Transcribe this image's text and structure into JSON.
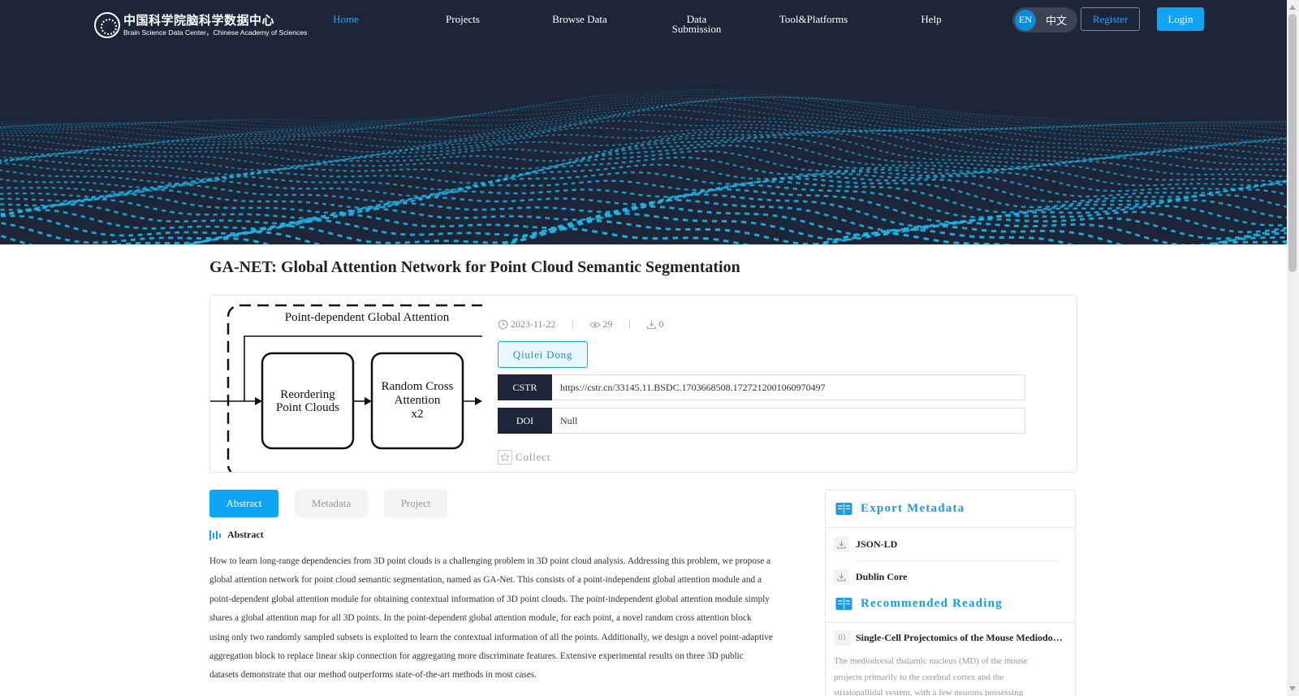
{
  "header": {
    "logo_cn": "中国科学院脑科学数据中心",
    "logo_en": "Brain Science Data Center，Chinese Academy of Sciences",
    "nav": [
      {
        "label": "Home",
        "active": true
      },
      {
        "label": "Projects"
      },
      {
        "label": "Browse Data"
      },
      {
        "label": "Data Submission"
      },
      {
        "label": "Tool&Platforms"
      },
      {
        "label": "Help"
      }
    ],
    "lang_en": "EN",
    "lang_cn": "中文",
    "register": "Register",
    "login": "Login"
  },
  "dataset": {
    "title": "GA-NET: Global Attention Network for Point Cloud Semantic Segmentation",
    "date": "2023-11-22",
    "views": "29",
    "downloads": "0",
    "author": "Qiulei Dong",
    "cstr_label": "CSTR",
    "cstr_value": "https://cstr.cn/33145.11.BSDC.1703668508.1727212001060970497",
    "doi_label": "DOI",
    "doi_value": "Null",
    "collect": "Collect",
    "figure": {
      "title": "Point-dependent Global Attention",
      "box1_line1": "Reordering",
      "box1_line2": "Point Clouds",
      "box2_line1": "Random Cross",
      "box2_line2": "Attention",
      "box2_line3": "x2"
    }
  },
  "tabs": [
    {
      "label": "Abstract",
      "active": true
    },
    {
      "label": "Metadata"
    },
    {
      "label": "Project"
    }
  ],
  "abstract": {
    "heading": "Abstract",
    "lines": [
      "How to learn long-range dependencies from 3D point clouds is a challenging problem in 3D point cloud analysis. Addressing this problem, we propose a",
      "global attention network for point cloud semantic segmentation, named as GA-Net. This consists of a point-independent global attention module and a",
      "point-dependent global attention module for obtaining contextual information of 3D point clouds. The point-independent global attention module simply",
      "shares a global attention map for all 3D points. In the point-dependent global attention module, for each point, a novel random cross attention block",
      "using only two randomly sampled subsets is exploited to learn the contextual information of all the points. Additionally, we design a novel point-adaptive",
      "aggregation block to replace linear skip connection for aggregating more discriminate features. Extensive experimental results on three 3D public",
      "datasets demonstrate that our method outperforms state-of-the-art methods in most cases."
    ]
  },
  "side": {
    "export_title": "Export Metadata",
    "export_items": [
      "JSON-LD",
      "Dublin Core"
    ],
    "recommended_title": "Recommended Reading",
    "rec_num": "01",
    "rec_title": "Single-Cell Projectomics of the Mouse Mediodorsal Thalamus",
    "rec_desc": "The mediodorsal thalamic nucleus (MD) of the mouse projects primarily to the cerebral cortex and the striatopallidal system, with a few neurons possessing"
  },
  "colors": {
    "accent": "#0ea5f4",
    "dark_header": "#1c2638",
    "wave": "#1fb6e8"
  }
}
